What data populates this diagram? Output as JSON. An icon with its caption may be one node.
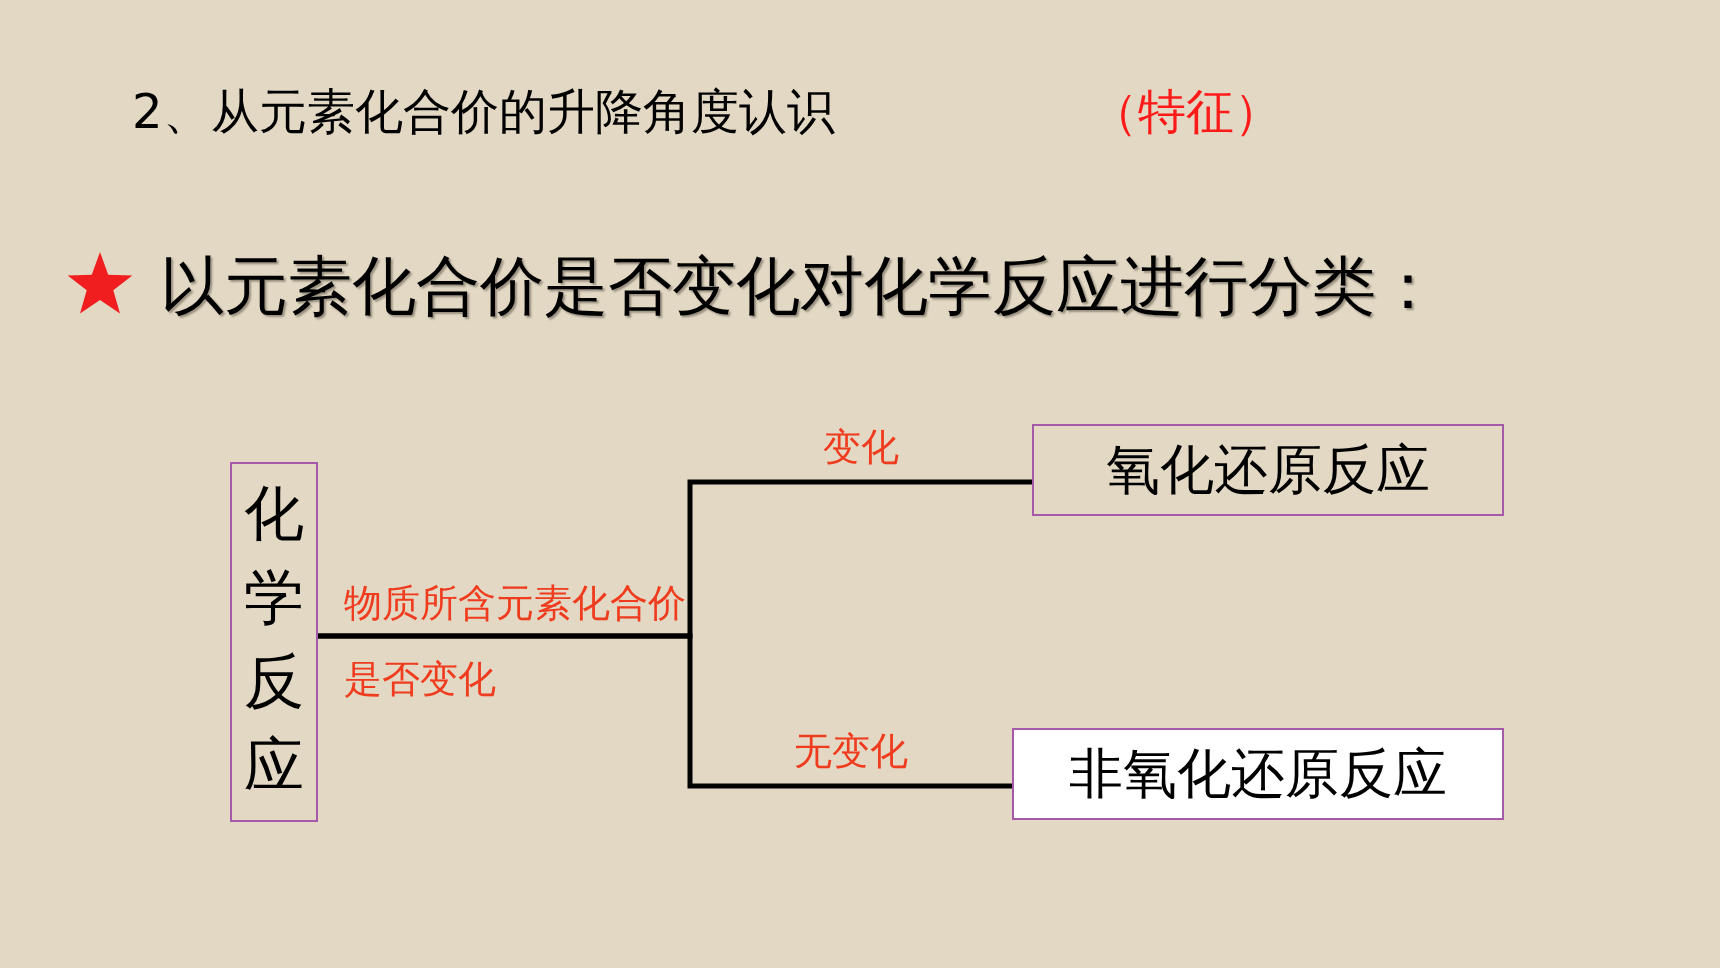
{
  "diagram": {
    "title": "2、从元素化合价的升降角度认识",
    "nodes": [
      {
        "text": [
          "化学反应"
        ]
      },
      {
        "text": [
          "氧化还原反应"
        ]
      },
      {
        "text": [
          "非氧化还原反应"
        ]
      }
    ],
    "edges": [
      {
        "from": 0,
        "to": 1,
        "arrow": "none",
        "label": "变化"
      },
      {
        "from": 0,
        "to": 2,
        "arrow": "none",
        "label": "无变化"
      }
    ],
    "labels": [
      "（特征）",
      "以元素化合价是否变化对化学反应进行分类：",
      "物质所含元素化合价是否变化"
    ]
  }
}
